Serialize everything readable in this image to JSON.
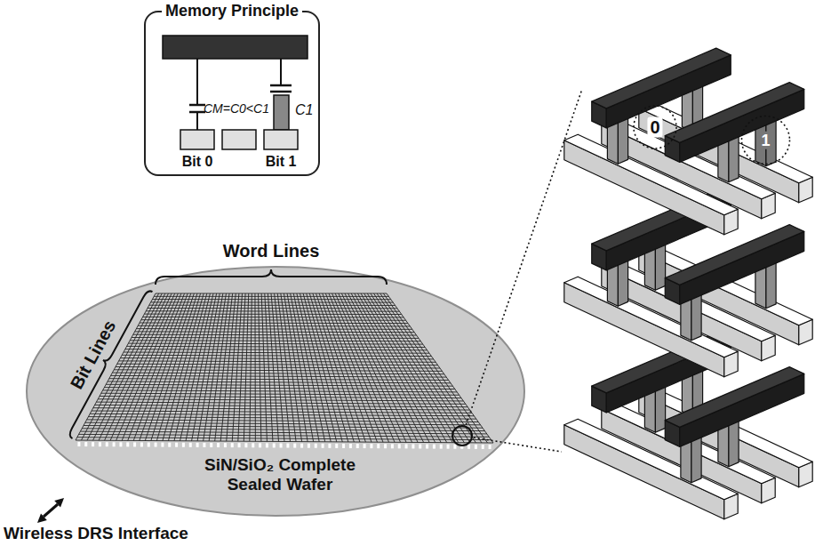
{
  "diagram": {
    "nodes": [
      {
        "text": [
          "Memory Principle"
        ]
      },
      {
        "text": [
          "SiN/SiO₂ Complete Sealed Wafer"
        ]
      }
    ],
    "labels": [
      "CM=C0<C1",
      "C1",
      "Bit 0",
      "Bit 1",
      "Word Lines",
      "Bit Lines",
      "Wireless DRS Interface",
      "0",
      "1"
    ]
  }
}
